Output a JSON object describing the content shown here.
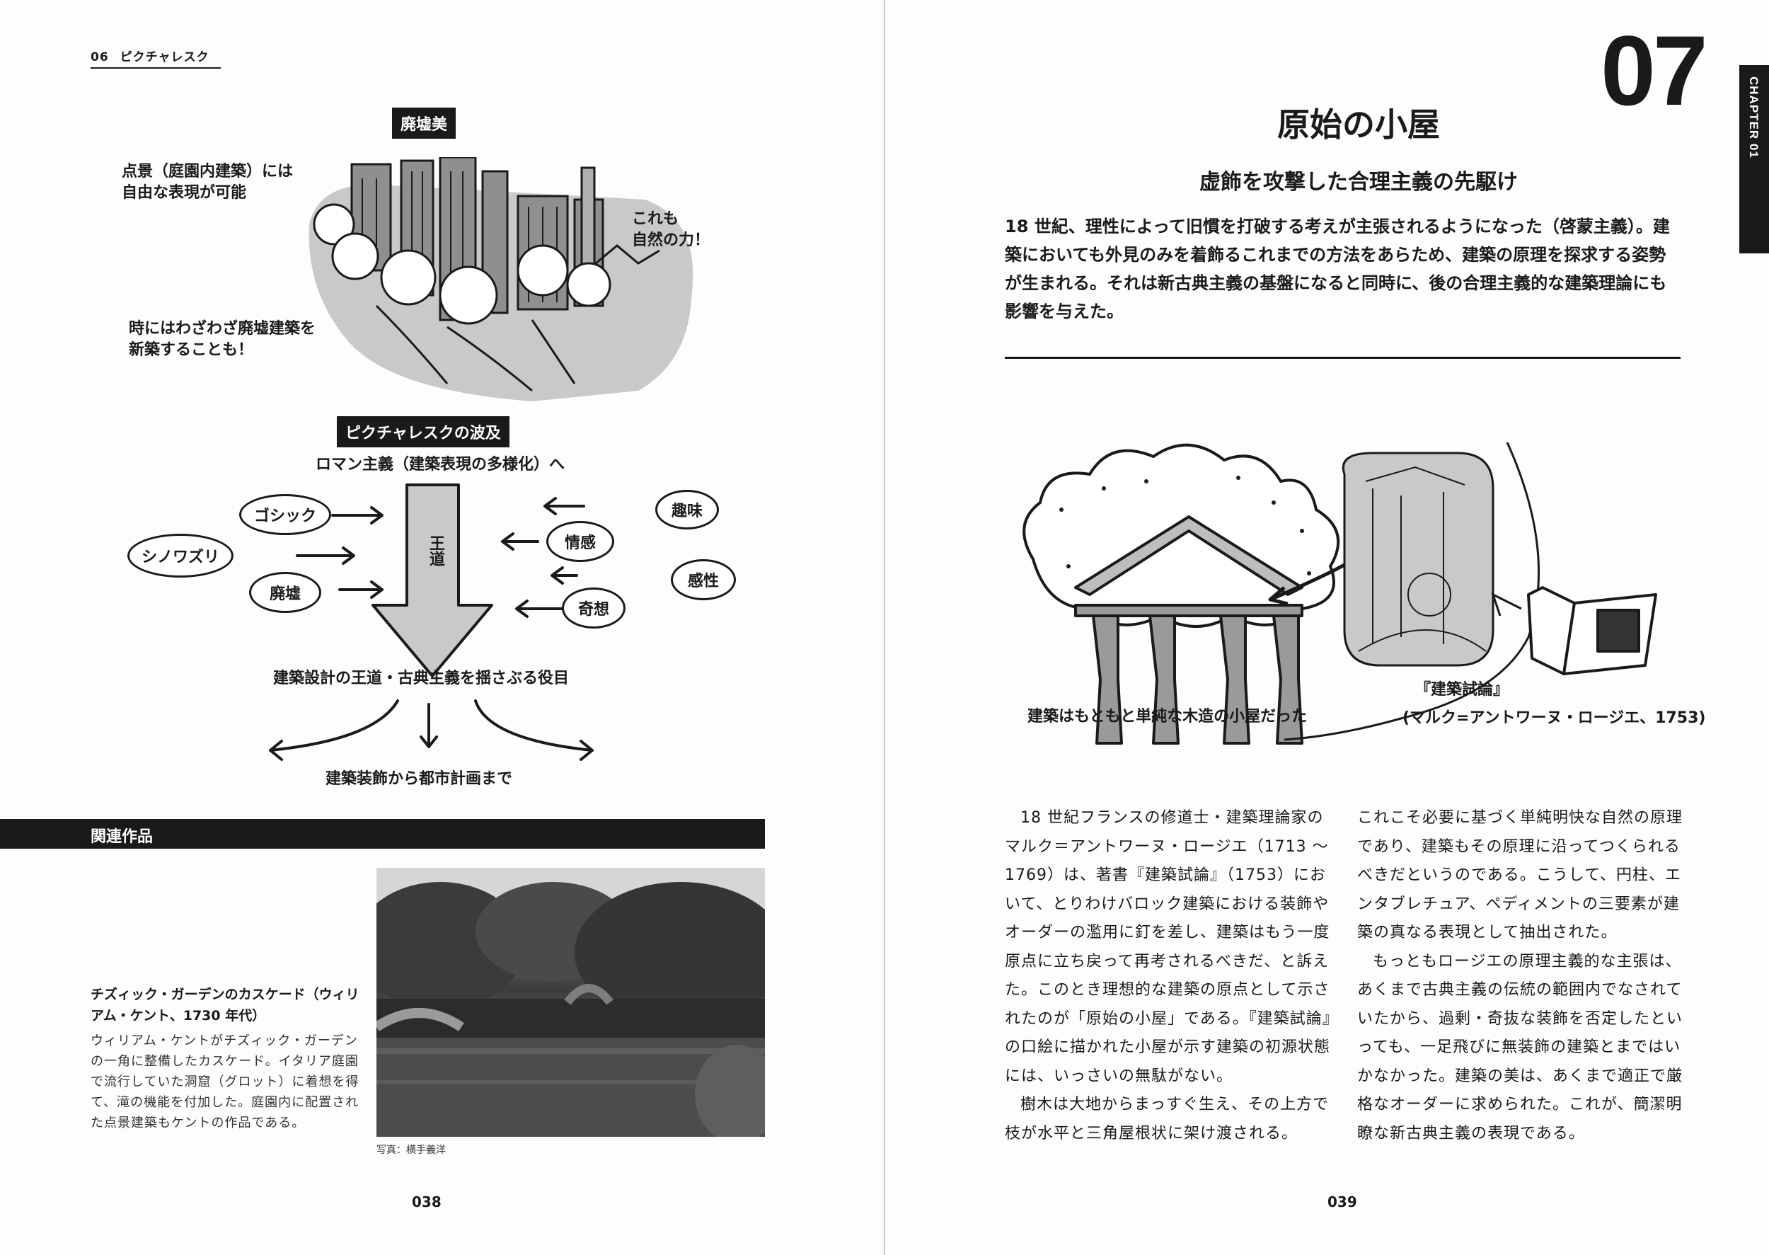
{
  "left_page": {
    "running_head": {
      "number": "06",
      "title": "ピクチャレスク"
    },
    "ruins": {
      "label": "廃墟美",
      "note_left_top": "点景（庭園内建築）には\n自由な表現が可能",
      "note_right": "これも\n自然の力！",
      "note_left_bottom": "時にはわざわざ廃墟建築を\n新築することも！"
    },
    "diagram": {
      "label": "ピクチャレスクの波及",
      "top_text": "ロマン主義（建築表現の多様化）へ",
      "arrow_text": "王道",
      "left_bubbles": [
        "ゴシック",
        "シノワズリ",
        "廃墟"
      ],
      "right_bubbles": [
        "趣味",
        "情感",
        "感性",
        "奇想"
      ],
      "bottom_text": "建築設計の王道・古典主義を揺さぶる役目",
      "final_text": "建築装飾から都市計画まで"
    },
    "related": {
      "section_label": "関連作品",
      "work_title": "チズィック・ガーデンのカスケード（ウィリアム・ケント、1730 年代）",
      "work_description": "ウィリアム・ケントがチズィック・ガーデンの一角に整備したカスケード。イタリア庭園で流行していた洞窟（グロット）に着想を得て、滝の機能を付加した。庭園内に配置された点景建築もケントの作品である。",
      "photo_credit": "写真：横手義洋"
    },
    "folio": "038"
  },
  "right_page": {
    "chapter_number": "07",
    "chapter_tab": "CHAPTER 01",
    "title": "原始の小屋",
    "subtitle": "虚飾を攻撃した合理主義の先駆け",
    "lead": "18 世紀、理性によって旧慣を打破する考えが主張されるようになった（啓蒙主義）。建築においても外見のみを着飾るこれまでの方法をあらため、建築の原理を探求する姿勢が生まれる。それは新古典主義の基盤になると同時に、後の合理主義的な建築理論にも影響を与えた。",
    "illustration": {
      "caption_left": "建築はもともと単純な木造の小屋だった",
      "book_title": "『建築試論』",
      "book_author": "(マルク=アントワーヌ・ロージエ、1753)"
    },
    "body_col1_p1": "18 世紀フランスの修道士・建築理論家のマルク＝アントワーヌ・ロージエ（1713 〜 1769）は、著書『建築試論』（1753）において、とりわけバロック建築における装飾やオーダーの濫用に釘を差し、建築はもう一度原点に立ち戻って再考されるべきだ、と訴えた。このとき理想的な建築の原点として示されたのが「原始の小屋」である。『建築試論』の口絵に描かれた小屋が示す建築の初源状態には、いっさいの無駄がない。",
    "body_col1_p2": "樹木は大地からまっすぐ生え、その上方で枝が水平と三角屋根状に架け渡される。",
    "body_col2_p1": "これこそ必要に基づく単純明快な自然の原理であり、建築もその原理に沿ってつくられるべきだというのである。こうして、円柱、エンタブレチュア、ペディメントの三要素が建築の真なる表現として抽出された。",
    "body_col2_p2": "もっともロージエの原理主義的な主張は、あくまで古典主義の伝統の範囲内でなされていたから、過剰・奇抜な装飾を否定したといっても、一足飛びに無装飾の建築とまではいかなかった。建築の美は、あくまで適正で厳格なオーダーに求められた。これが、簡潔明瞭な新古典主義の表現である。",
    "folio": "039"
  }
}
